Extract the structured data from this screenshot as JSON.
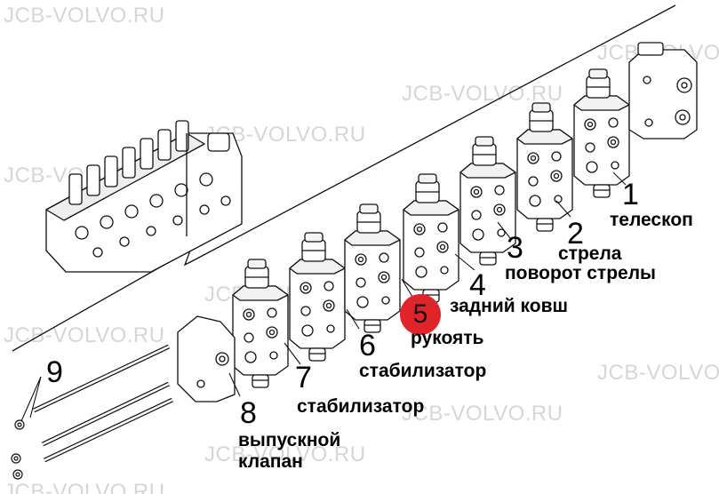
{
  "watermark": "JCB-VOLVO.RU",
  "marker_color": "#e0242a",
  "highlighted_item": "5",
  "callouts": [
    {
      "id": "1",
      "number": "1",
      "label": "телескоп"
    },
    {
      "id": "2",
      "number": "2",
      "label": "стрела"
    },
    {
      "id": "3",
      "number": "3",
      "label": "поворот стрелы"
    },
    {
      "id": "4",
      "number": "4",
      "label": "задний ковш"
    },
    {
      "id": "5",
      "number": "5",
      "label": "рукоять"
    },
    {
      "id": "6",
      "number": "6",
      "label": "стабилизатор"
    },
    {
      "id": "7",
      "number": "7",
      "label": "стабилизатор"
    },
    {
      "id": "8",
      "number": "8",
      "label": "выпускной клапан"
    },
    {
      "id": "9",
      "number": "9",
      "label": ""
    }
  ]
}
